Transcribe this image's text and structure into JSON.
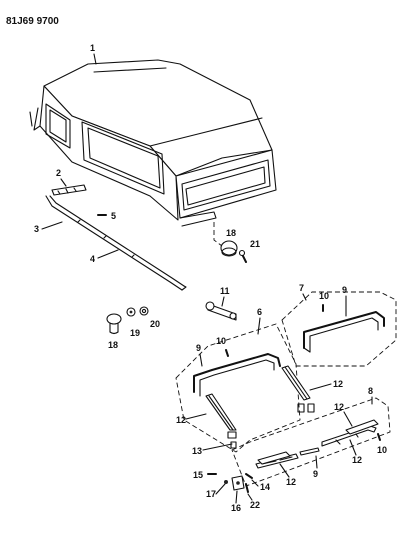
{
  "diagram": {
    "drawing_code": "81J69 9700",
    "part_labels": [
      "1",
      "2",
      "3",
      "4",
      "5",
      "6",
      "7",
      "8",
      "9",
      "9",
      "9",
      "10",
      "10",
      "10",
      "11",
      "12",
      "12",
      "12",
      "12",
      "12",
      "13",
      "14",
      "15",
      "16",
      "17",
      "18",
      "18",
      "19",
      "20",
      "21",
      "22"
    ]
  }
}
